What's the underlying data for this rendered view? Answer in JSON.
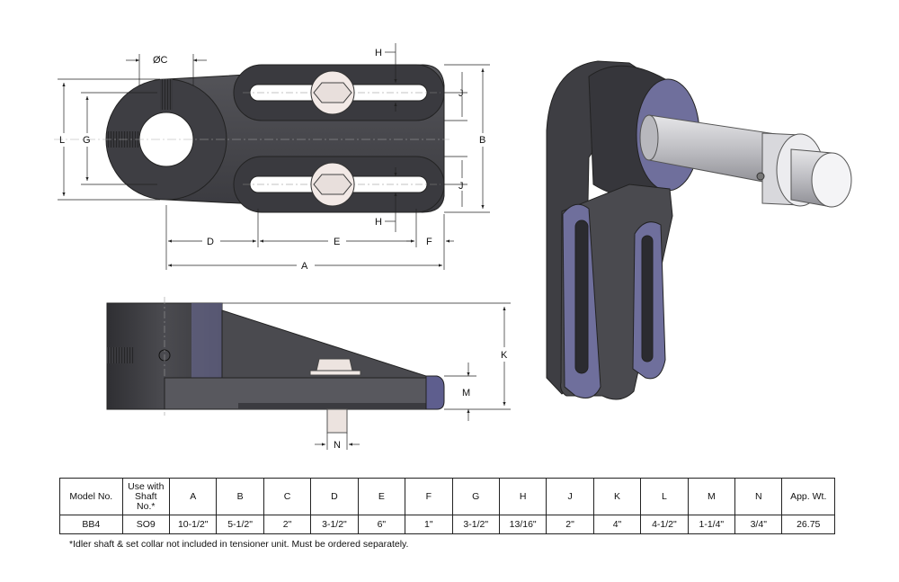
{
  "dimension_labels": {
    "A": "A",
    "B": "B",
    "C": "ØC",
    "D": "D",
    "E": "E",
    "F": "F",
    "G": "G",
    "H": "H",
    "J": "J",
    "K": "K",
    "L": "L",
    "M": "M",
    "N": "N"
  },
  "table": {
    "headers": [
      "Model No.",
      "Use with Shaft No.*",
      "A",
      "B",
      "C",
      "D",
      "E",
      "F",
      "G",
      "H",
      "J",
      "K",
      "L",
      "M",
      "N",
      "App. Wt."
    ],
    "rows": [
      [
        "BB4",
        "SO9",
        "10-1/2\"",
        "5-1/2\"",
        "2\"",
        "3-1/2\"",
        "6\"",
        "1\"",
        "3-1/2\"",
        "13/16\"",
        "2\"",
        "4\"",
        "4-1/2\"",
        "1-1/4\"",
        "3/4\"",
        "26.75"
      ]
    ]
  },
  "footnote": "*Idler shaft & set collar not included in tensioner unit. Must be ordered separately.",
  "colors": {
    "body_dark": "#4a4a4e",
    "body_top": "#3d3d42",
    "machined_face": "#6f6f9c",
    "shaft": "#c9c9cc",
    "line": "#222222"
  }
}
